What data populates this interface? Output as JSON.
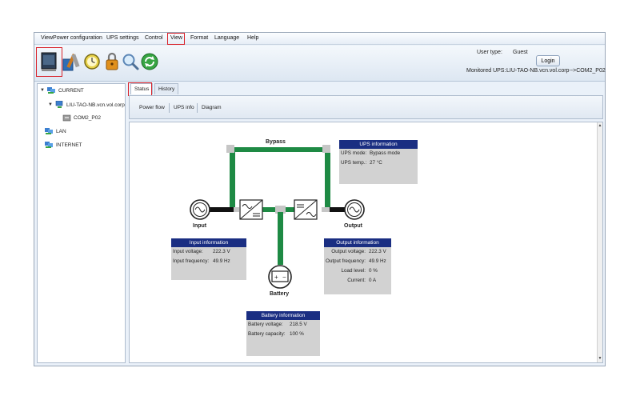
{
  "menu": [
    {
      "key": "viewpower-configuration",
      "label": "ViewPower configuration"
    },
    {
      "key": "ups-settings",
      "label": "UPS settings"
    },
    {
      "key": "control",
      "label": "Control"
    },
    {
      "key": "view",
      "label": "View"
    },
    {
      "key": "format",
      "label": "Format"
    },
    {
      "key": "language",
      "label": "Language"
    },
    {
      "key": "help",
      "label": "Help"
    }
  ],
  "toolbar": {
    "icons": [
      "monitor-icon",
      "tools-icon",
      "clock-icon",
      "padlock-icon",
      "magnifier-icon",
      "refresh-icon"
    ]
  },
  "login": {
    "user_type_label": "User type:",
    "user_type_value": "Guest",
    "button_label": "Login",
    "monitored_label": "Monitored UPS:",
    "monitored_value": "LIU-TAO-NB.vcn.vol.corp-->COM2_P02"
  },
  "tree": {
    "current": "CURRENT",
    "host": "LIU-TAO-NB.vcn.vol.corp",
    "port": "COM2_P02",
    "lan": "LAN",
    "internet": "INTERNET"
  },
  "tabs": [
    {
      "key": "status",
      "label": "Status",
      "active": true
    },
    {
      "key": "history",
      "label": "History",
      "active": false
    }
  ],
  "subnav": [
    {
      "key": "power-flow",
      "label": "Power flow"
    },
    {
      "key": "ups-info",
      "label": "UPS info"
    },
    {
      "key": "diagram",
      "label": "Diagram"
    }
  ],
  "diagram": {
    "bypass_label": "Bypass",
    "input_label": "Input",
    "output_label": "Output",
    "battery_label": "Battery",
    "ups_info": {
      "title": "UPS information",
      "rows": [
        {
          "label": "UPS mode:",
          "value": "Bypass mode"
        },
        {
          "label": "UPS temp.:",
          "value": "27 °C"
        }
      ]
    },
    "input_info": {
      "title": "Input information",
      "rows": [
        {
          "label": "Input voltage:",
          "value": "222.3 V"
        },
        {
          "label": "Input frequency:",
          "value": "49.9 Hz"
        }
      ]
    },
    "output_info": {
      "title": "Output information",
      "rows": [
        {
          "label": "Output voltage:",
          "value": "222.3 V"
        },
        {
          "label": "Output frequency:",
          "value": "49.9 Hz"
        },
        {
          "label": "Load level:",
          "value": "0 %"
        },
        {
          "label": "Current:",
          "value": "0 A"
        }
      ]
    },
    "battery_info": {
      "title": "Battery information",
      "rows": [
        {
          "label": "Battery voltage:",
          "value": "218.5 V"
        },
        {
          "label": "Battery capacity:",
          "value": "100 %"
        }
      ]
    }
  },
  "colors": {
    "flow_active": "#1e8a44",
    "flow_inactive": "#111111",
    "info_header": "#1a2e82",
    "info_body": "#d2d2d2",
    "highlight": "#d9222a"
  }
}
